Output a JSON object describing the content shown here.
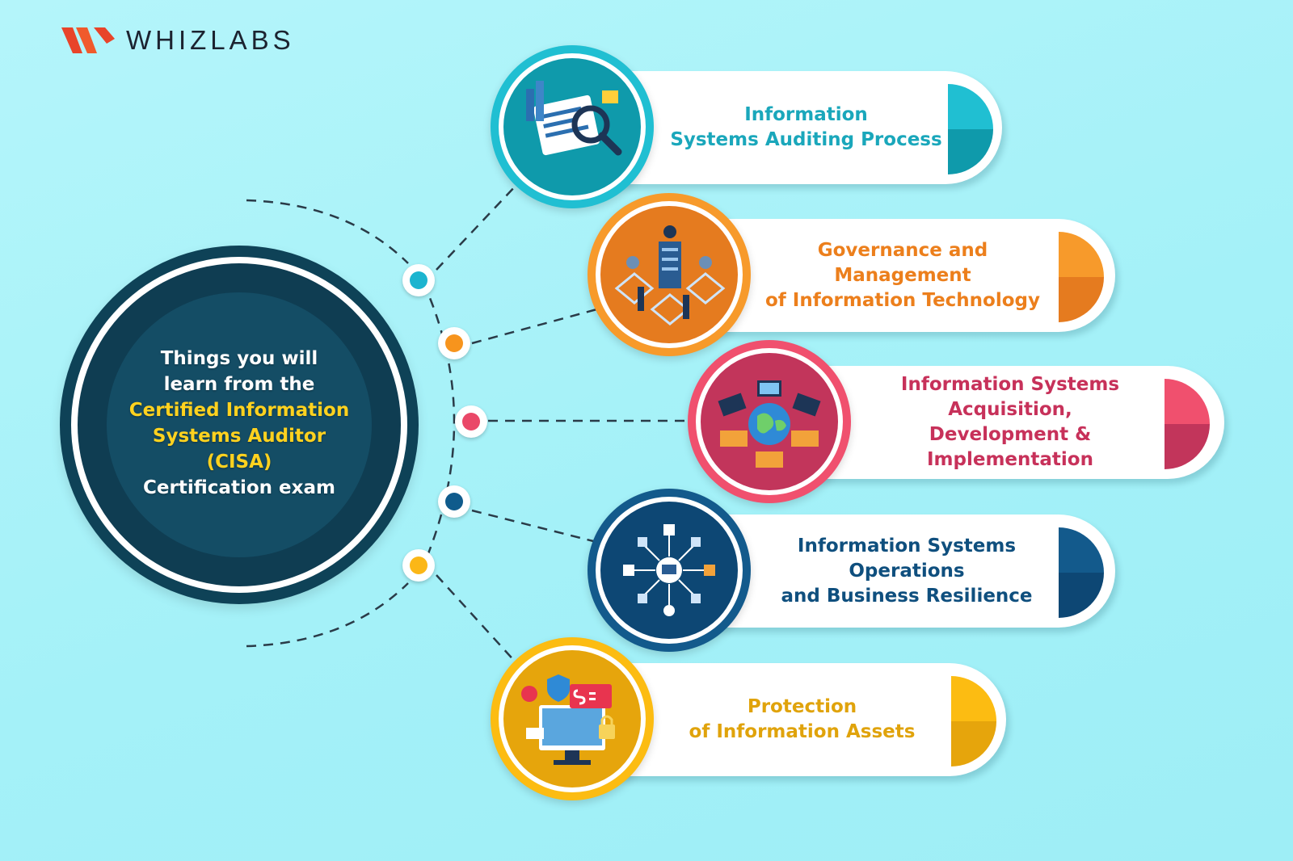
{
  "brand": {
    "name": "WHIZLABS"
  },
  "center": {
    "line1": "Things you will",
    "line2": "learn from the",
    "highlight1": "Certified Information",
    "highlight2": "Systems Auditor",
    "highlight3": "(CISA)",
    "line3": "Certification exam"
  },
  "topics": [
    {
      "label": "Information\nSystems Auditing Process",
      "color": "#1aa7bb",
      "color_light": "#20bfd2",
      "color_dark": "#0f9aab",
      "icon": "magnifier-report-icon"
    },
    {
      "label": "Governance and Management\nof Information Technology",
      "color": "#ec7f1c",
      "color_light": "#f79a2b",
      "color_dark": "#e57b1f",
      "icon": "server-network-icon"
    },
    {
      "label": "Information Systems Acquisition,\nDevelopment & Implementation",
      "color": "#c7315a",
      "color_light": "#f0506e",
      "color_dark": "#c2355b",
      "icon": "globe-devices-icon"
    },
    {
      "label": "Information Systems Operations\nand Business Resilience",
      "color": "#0f4f7e",
      "color_light": "#135a8c",
      "color_dark": "#0d4774",
      "icon": "hub-network-icon"
    },
    {
      "label": "Protection\nof Information Assets",
      "color": "#e0a30b",
      "color_light": "#fcbc12",
      "color_dark": "#e6a50c",
      "icon": "shield-lock-icon"
    }
  ],
  "dots": [
    "#1cb4cf",
    "#f7941d",
    "#ea4868",
    "#0f5b8c",
    "#fbb717"
  ]
}
